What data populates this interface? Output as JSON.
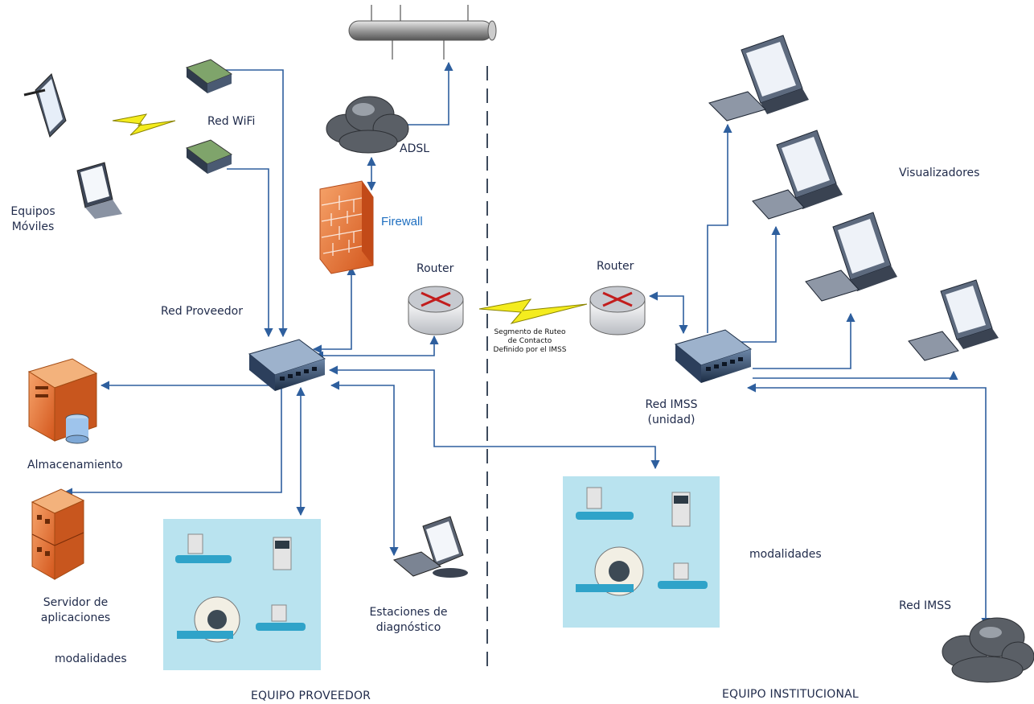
{
  "labels": {
    "red_wifi": "Red WiFi",
    "adsl": "ADSL",
    "firewall": "Firewall",
    "equipos_moviles_1": "Equipos",
    "equipos_moviles_2": "Móviles",
    "red_proveedor": "Red Proveedor",
    "router_left": "Router",
    "router_right": "Router",
    "segmento_1": "Segmento de Ruteo",
    "segmento_2": "de Contacto",
    "segmento_3": "Definido por el IMSS",
    "visualizadores": "Visualizadores",
    "red_imss_unidad_1": "Red IMSS",
    "red_imss_unidad_2": "(unidad)",
    "almacenamiento": "Almacenamiento",
    "servidor_1": "Servidor de",
    "servidor_2": "aplicaciones",
    "modalidades_left": "modalidades",
    "modalidades_right": "modalidades",
    "estaciones_1": "Estaciones de",
    "estaciones_2": "diagnóstico",
    "red_imss": "Red IMSS",
    "equipo_proveedor": "EQUIPO PROVEEDOR",
    "equipo_institucional": "EQUIPO INSTITUCIONAL"
  },
  "colors": {
    "link": "#2e5f9e",
    "firewall": "#e8643a",
    "modalities_bg": "#b9e3ef",
    "cloud": "#5a5f66",
    "lightning": "#f4ec1e"
  }
}
